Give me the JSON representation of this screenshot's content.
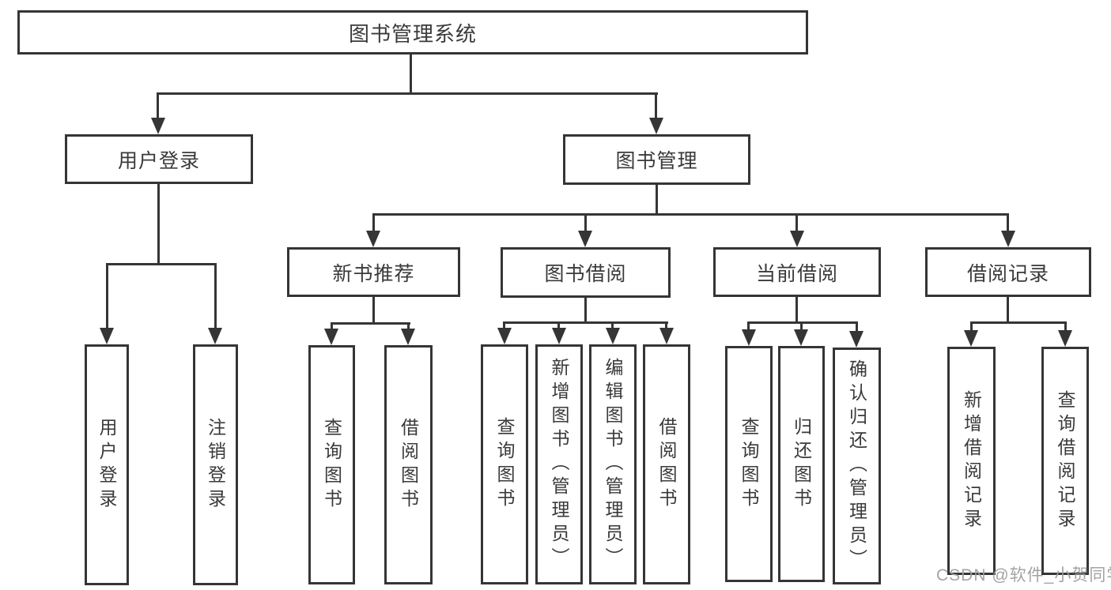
{
  "diagram": {
    "title": "图书管理系统",
    "user_login": {
      "label": "用户登录",
      "children": [
        {
          "label": "用户登录"
        },
        {
          "label": "注销登录"
        }
      ]
    },
    "book_mgmt": {
      "label": "图书管理",
      "sections": [
        {
          "label": "新书推荐",
          "children": [
            {
              "label": "查询图书"
            },
            {
              "label": "借阅图书"
            }
          ]
        },
        {
          "label": "图书借阅",
          "children": [
            {
              "label": "查询图书"
            },
            {
              "label": "新增图书（管理员）"
            },
            {
              "label": "编辑图书（管理员）"
            },
            {
              "label": "借阅图书"
            }
          ]
        },
        {
          "label": "当前借阅",
          "children": [
            {
              "label": "查询图书"
            },
            {
              "label": "归还图书"
            },
            {
              "label": "确认归还（管理员）"
            }
          ]
        },
        {
          "label": "借阅记录",
          "children": [
            {
              "label": "新增借阅记录"
            },
            {
              "label": "查询借阅记录"
            }
          ]
        }
      ]
    }
  },
  "watermark": "CSDN @软件_小贺同学",
  "colors": {
    "line": "#353535",
    "text": "#3a3a3a",
    "box_background": "#ffffff",
    "watermark": "#9e9e9e"
  }
}
